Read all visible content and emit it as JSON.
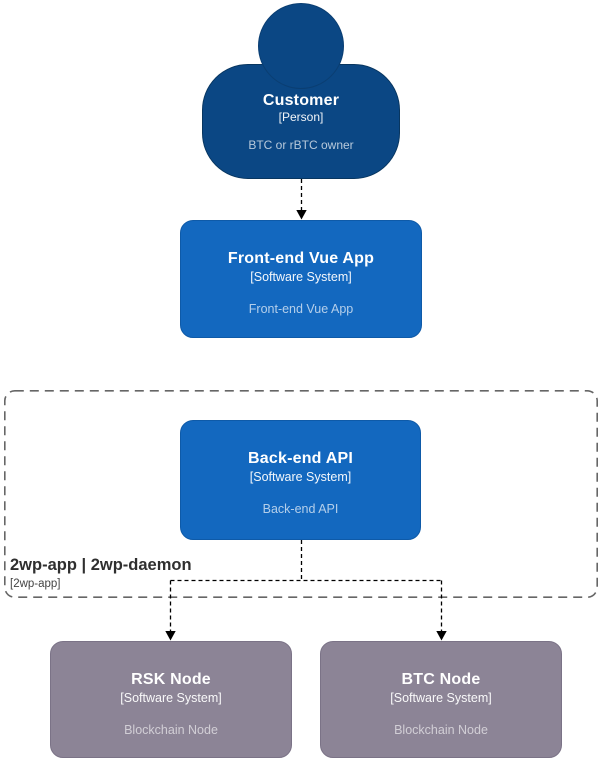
{
  "diagram": {
    "kind": "c4-system-context",
    "nodes": {
      "customer": {
        "title": "Customer",
        "type": "[Person]",
        "description": "BTC or rBTC owner"
      },
      "frontend": {
        "title": "Front-end Vue App",
        "type": "[Software System]",
        "description": "Front-end Vue App"
      },
      "backend": {
        "title": "Back-end API",
        "type": "[Software System]",
        "description": "Back-end API"
      },
      "rsk_node": {
        "title": "RSK Node",
        "type": "[Software System]",
        "description": "Blockchain Node"
      },
      "btc_node": {
        "title": "BTC Node",
        "type": "[Software System]",
        "description": "Blockchain Node"
      }
    },
    "boundary": {
      "title": "2wp-app | 2wp-daemon",
      "subtitle": "[2wp-app]"
    },
    "edges": [
      {
        "from": "customer",
        "to": "frontend",
        "style": "dashed-arrow"
      },
      {
        "from": "backend",
        "to": "rsk_node",
        "style": "dashed-arrow"
      },
      {
        "from": "backend",
        "to": "btc_node",
        "style": "dashed-arrow"
      }
    ],
    "colors": {
      "person_fill": "#0B4784",
      "system_fill": "#1368BF",
      "external_fill": "#8C8496",
      "boundary_border": "#666666",
      "connector": "#000000",
      "background": "#FFFFFF"
    }
  }
}
